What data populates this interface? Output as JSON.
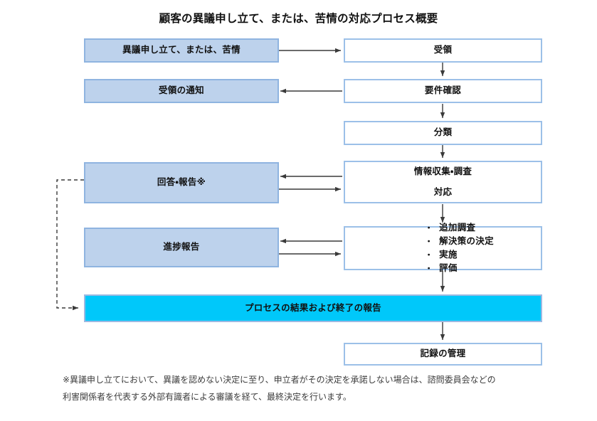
{
  "diagram": {
    "title": "顧客の異議申し立て、または、苦情の対応プロセス概要",
    "nodes": {
      "complaint": "異議申し立て、または、苦情",
      "receipt": "受領",
      "receipt_notice": "受領の通知",
      "requirement_check": "要件確認",
      "classification": "分類",
      "answer_report": "回答・報告※",
      "investigation_line1": "情報収集・調査",
      "investigation_line2": "対応",
      "progress_report": "進捗報告",
      "actions_title": "",
      "process_result": "プロセスの結果および終了の報告",
      "records": "記録の管理"
    },
    "action_bullets": [
      {
        "marker": "・",
        "label": "追加調査"
      },
      {
        "marker": "・",
        "label": "解決策の決定"
      },
      {
        "marker": "・",
        "label": "実施"
      },
      {
        "marker": "・",
        "label": "評価"
      }
    ],
    "footnote": {
      "line1": "※異議申し立てにおいて、異議を認めない決定に至り、申立者がその決定を承諾しない場合は、諮問委員会などの",
      "line2": "利害関係者を代表する外部有識者による審議を経て、最終決定を行います。"
    },
    "colors": {
      "left_fill": "#bdd2ec",
      "left_border": "#8fb4e0",
      "right_fill": "#ffffff",
      "right_border": "#9cc0e8",
      "accent_fill": "#00c8fa",
      "edge": "#3a3a3a",
      "text": "#111111"
    }
  }
}
